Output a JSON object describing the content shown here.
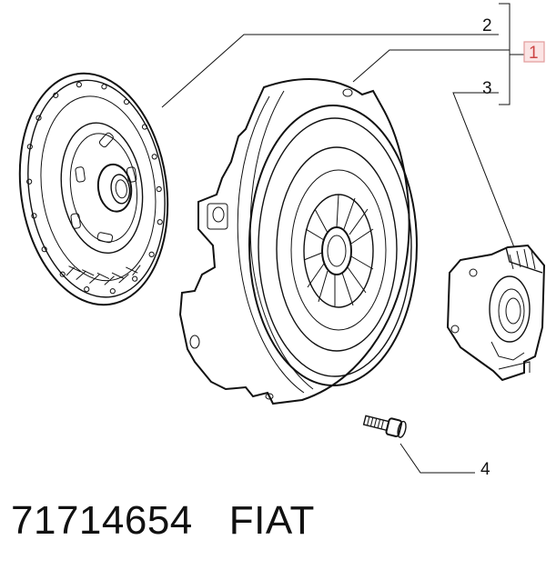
{
  "callouts": {
    "c1": "1",
    "c2": "2",
    "c3": "3",
    "c4": "4"
  },
  "caption": {
    "part_number": "71714654",
    "brand": "FIAT"
  },
  "colors": {
    "line": "#111111",
    "callout_box_border": "#e29a9a",
    "callout_box_fill": "#fbe4e4"
  }
}
